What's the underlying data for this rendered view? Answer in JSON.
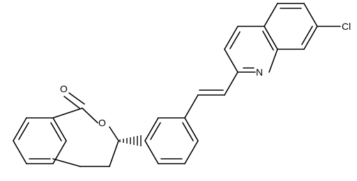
{
  "atoms": {
    "oxygen_carbonyl": "O",
    "oxygen_ring": "O",
    "nitrogen": "N",
    "chlorine": "Cl"
  }
}
